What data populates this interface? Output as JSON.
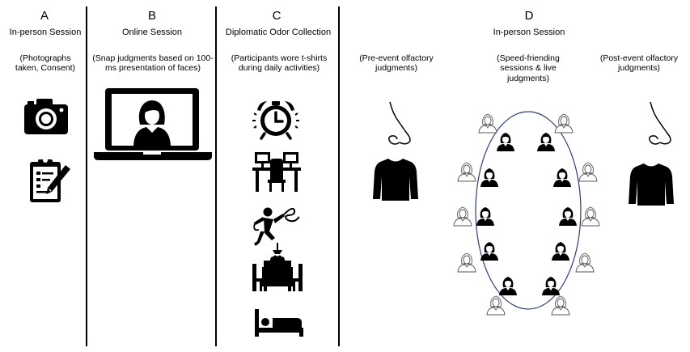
{
  "panels": [
    {
      "letter": "A",
      "title": "In-person Session",
      "note": "(Photographs taken, Consent)"
    },
    {
      "letter": "B",
      "title": "Online Session",
      "note": "(Snap judgments based on 100-ms presentation of faces)"
    },
    {
      "letter": "C",
      "title": "Diplomatic Odor Collection",
      "note": "(Participants wore t-shirts during daily activities)"
    },
    {
      "letter": "D",
      "title": "In-person Session"
    }
  ],
  "sub_notes": {
    "pre": "(Pre-event olfactory judgments)",
    "speed": "(Speed-friending sessions & live judgments)",
    "post": "(Post-event olfactory judgments)"
  },
  "icons": [
    "camera-icon",
    "clipboard-pen-icon",
    "laptop-person-icon",
    "alarm-clock-icon",
    "desk-chair-icon",
    "dancer-ribbon-icon",
    "dining-table-icon",
    "bed-icon",
    "nose-icon",
    "tshirt-icon",
    "person-outline-icon",
    "person-filled-icon"
  ]
}
